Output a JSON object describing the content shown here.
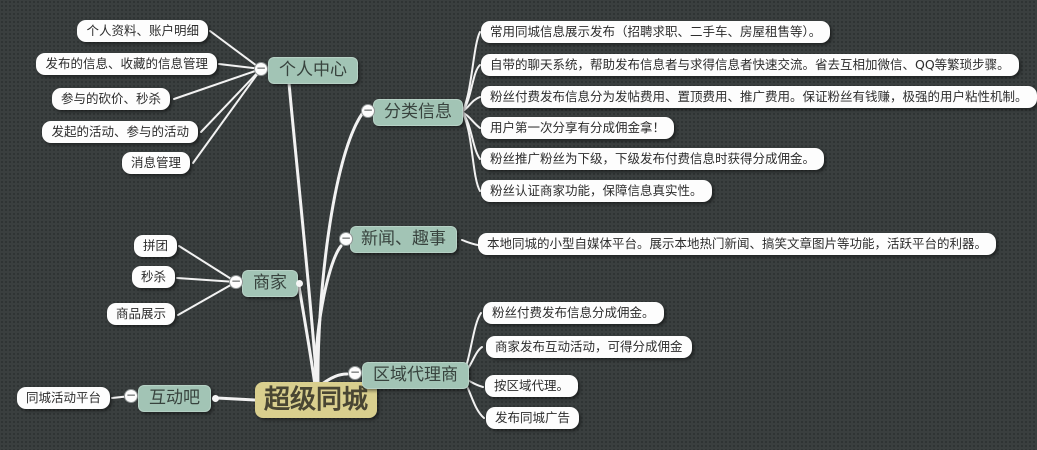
{
  "ui": {
    "collapse_glyph": "−",
    "background_color": "#3a3f3f",
    "line_color": "#f2f2f2",
    "branch_node_color": "#a2c4b5",
    "root_node_color": "#d9cf8e",
    "leaf_node_color": "#fdfdfd"
  },
  "root": {
    "label": "超级同城"
  },
  "branches": [
    {
      "label": "个人中心",
      "children": [
        "个人资料、账户明细",
        "发布的信息、收藏的信息管理",
        "参与的砍价、秒杀",
        "发起的活动、参与的活动",
        "消息管理"
      ]
    },
    {
      "label": "分类信息",
      "children": [
        "常用同城信息展示发布（招聘求职、二手车、房屋租售等）。",
        "自带的聊天系统，帮助发布信息者与求得信息者快速交流。省去互相加微信、QQ等繁琐步骤。",
        "粉丝付费发布信息分为发帖费用、置顶费用、推广费用。保证粉丝有钱赚，极强的用户粘性机制。",
        "用户第一次分享有分成佣金拿！",
        "粉丝推广粉丝为下级，下级发布付费信息时获得分成佣金。",
        "粉丝认证商家功能，保障信息真实性。"
      ]
    },
    {
      "label": "新闻、趣事",
      "children": [
        "本地同城的小型自媒体平台。展示本地热门新闻、搞笑文章图片等功能，活跃平台的利器。"
      ]
    },
    {
      "label": "商家",
      "children": [
        "拼团",
        "秒杀",
        "商品展示"
      ]
    },
    {
      "label": "区域代理商",
      "children": [
        "粉丝付费发布信息分成佣金。",
        "商家发布互动活动，可得分成佣金",
        "按区域代理。",
        "发布同城广告"
      ]
    },
    {
      "label": "互动吧",
      "children": [
        "同城活动平台"
      ]
    }
  ]
}
